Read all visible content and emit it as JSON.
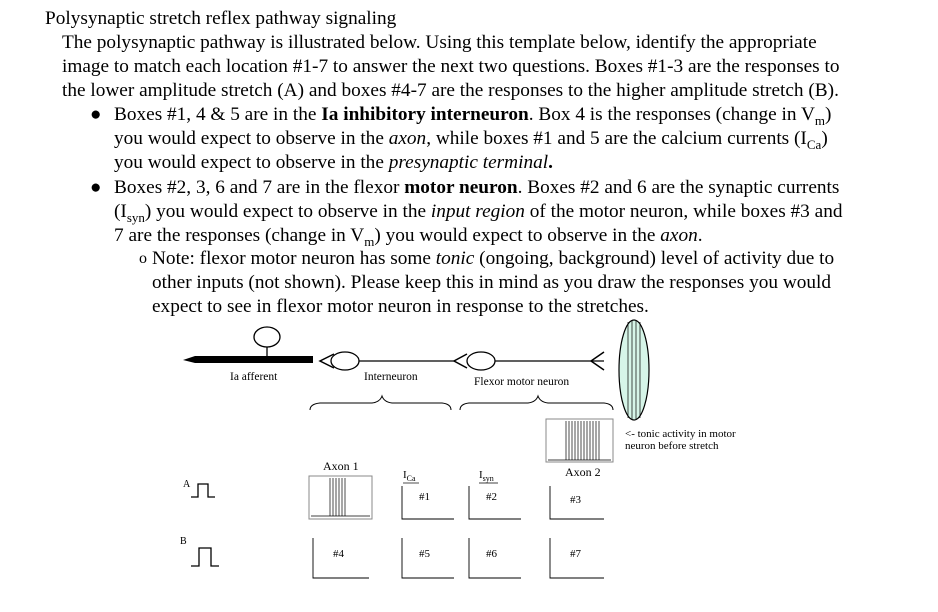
{
  "title": "Polysynaptic stretch reflex pathway signaling",
  "intro": {
    "line1": "The polysynaptic pathway is illustrated below. Using this template below, identify the appropriate",
    "line2": "image to match each location #1-7 to answer the next two questions. Boxes #1-3 are the responses to",
    "line3": "the lower amplitude stretch (A) and boxes #4-7 are the responses to the higher amplitude stretch (B)."
  },
  "bullet1": {
    "a": "Boxes #1, 4 & 5 are in the ",
    "b": "Ia inhibitory interneuron",
    "c": ". Box 4 is the responses (change in V",
    "d": "m",
    "e": ")",
    "f": "you would expect to observe in the ",
    "g": "axon",
    "h": ", while boxes #1 and 5 are the calcium currents (I",
    "i": "Ca",
    "j": ")",
    "k": "you would expect to observe in the ",
    "l": "presynaptic terminal",
    "m": "."
  },
  "bullet2": {
    "a": "Boxes #2, 3, 6 and 7 are in the flexor ",
    "b": "motor neuron",
    "c": ". Boxes #2 and 6 are the synaptic currents",
    "d": "(I",
    "e": "syn",
    "f": ") you would expect to observe in the ",
    "g": "input region",
    "h": " of the motor neuron, while boxes #3 and",
    "i": "7 are the responses (change in V",
    "j": "m",
    "k": ") you would expect to observe in the ",
    "l": "axon",
    "m": "."
  },
  "note": {
    "marker": "o",
    "a": "Note: flexor motor neuron has some ",
    "b": "tonic",
    "c": " (ongoing, background) level of activity due to",
    "d": "other inputs (not shown). Please keep this in mind as you draw the responses you would",
    "e": "expect to see in flexor motor neuron in response to the stretches."
  },
  "diagram": {
    "labels": {
      "ia_afferent": "Ia afferent",
      "interneuron": "Interneuron",
      "flexor_motor_neuron": "Flexor motor neuron",
      "tonic_line1": "<- tonic activity  in motor",
      "tonic_line2": "neuron before stretch",
      "axon1": "Axon 1",
      "axon2": "Axon 2",
      "ica": "I",
      "ica_sub": "Ca",
      "isyn": "I",
      "isyn_sub": "syn",
      "row_a": "A",
      "row_b": "B"
    },
    "boxes": [
      "#1",
      "#2",
      "#3",
      "#4",
      "#5",
      "#6",
      "#7"
    ]
  }
}
